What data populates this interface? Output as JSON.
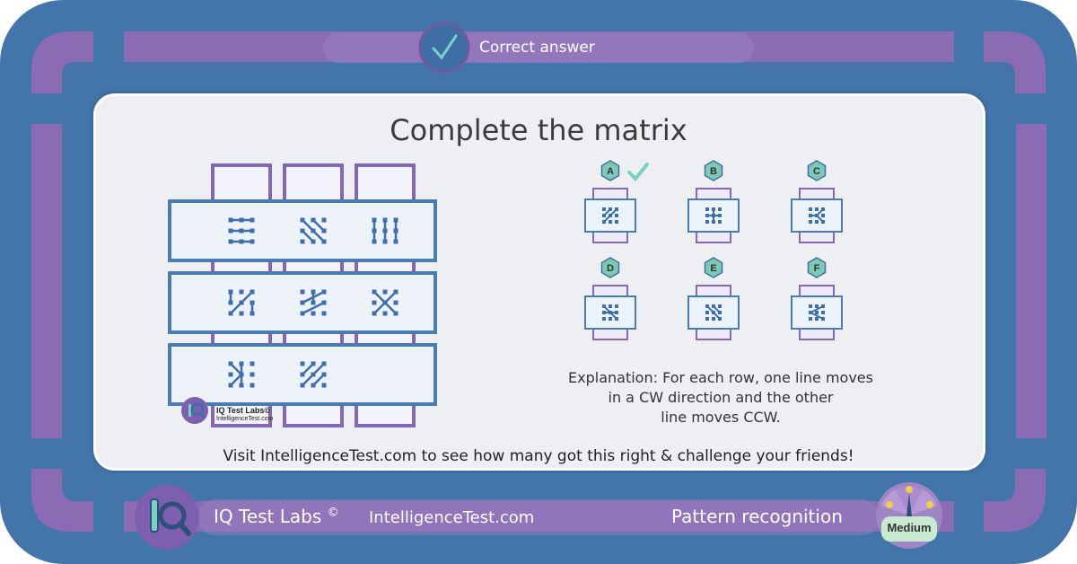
{
  "header": {
    "status_label": "Correct answer",
    "status_icon": "check-icon"
  },
  "question": {
    "title": "Complete the matrix"
  },
  "options": {
    "labels": [
      "A",
      "B",
      "C",
      "D",
      "E",
      "F"
    ],
    "correct": "A"
  },
  "explanation": "Explanation: For each row, one line moves in a CW direction and the other line moves CCW.",
  "explanation_lines": [
    "Explanation: For each row, one line moves",
    "in a CW direction and the other",
    "line moves CCW."
  ],
  "cta": "Visit IntelligenceTest.com to see how many got this right & challenge your friends!",
  "watermark": {
    "brand": "IQ Test Labs©",
    "site": "IntelligenceTest.com"
  },
  "footer": {
    "brand": "IQ Test Labs",
    "copyright": "©",
    "site": "IntelligenceTest.com",
    "category": "Pattern recognition",
    "difficulty": "Medium"
  },
  "colors": {
    "frame_blue": "#4375ab",
    "frame_purple": "#8b6bb4",
    "panel_bg": "#eeeff3",
    "dot_blue": "#3f6fa8",
    "accent_teal": "#6cc4b4"
  }
}
